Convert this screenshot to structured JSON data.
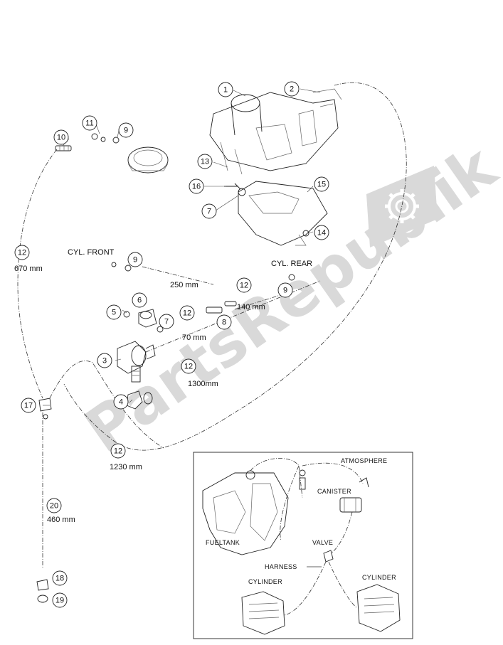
{
  "watermark": {
    "text": "PartsRepublik"
  },
  "callouts": [
    {
      "id": "c1",
      "text": "1"
    },
    {
      "id": "c2",
      "text": "2"
    },
    {
      "id": "c3",
      "text": "3"
    },
    {
      "id": "c4",
      "text": "4"
    },
    {
      "id": "c5",
      "text": "5"
    },
    {
      "id": "c6",
      "text": "6"
    },
    {
      "id": "c7a",
      "text": "7"
    },
    {
      "id": "c7b",
      "text": "7"
    },
    {
      "id": "c8",
      "text": "8"
    },
    {
      "id": "c9a",
      "text": "9"
    },
    {
      "id": "c9b",
      "text": "9"
    },
    {
      "id": "c9c",
      "text": "9"
    },
    {
      "id": "c10",
      "text": "10"
    },
    {
      "id": "c11",
      "text": "11"
    },
    {
      "id": "c12a",
      "text": "12"
    },
    {
      "id": "c12b",
      "text": "12"
    },
    {
      "id": "c12c",
      "text": "12"
    },
    {
      "id": "c12d",
      "text": "12"
    },
    {
      "id": "c12e",
      "text": "12"
    },
    {
      "id": "c13",
      "text": "13"
    },
    {
      "id": "c14",
      "text": "14"
    },
    {
      "id": "c15",
      "text": "15"
    },
    {
      "id": "c16",
      "text": "16"
    },
    {
      "id": "c17",
      "text": "17"
    },
    {
      "id": "c18",
      "text": "18"
    },
    {
      "id": "c19",
      "text": "19"
    },
    {
      "id": "c20",
      "text": "20"
    }
  ],
  "labels": {
    "cyl_front": "CYL. FRONT",
    "cyl_rear": "CYL. REAR",
    "len_670": "670 mm",
    "len_250": "250 mm",
    "len_140": "140 mm",
    "len_70": "70 mm",
    "len_1300": "1300mm",
    "len_1230": "1230 mm",
    "len_460": "460 mm"
  },
  "inset": {
    "atmosphere": "ATMOSPHERE",
    "canister": "CANISTER",
    "fueltank": "FUELTANK",
    "valve": "VALVE",
    "harness": "HARNESS",
    "cylinder_left": "CYLINDER",
    "cylinder_right": "CYLINDER"
  }
}
